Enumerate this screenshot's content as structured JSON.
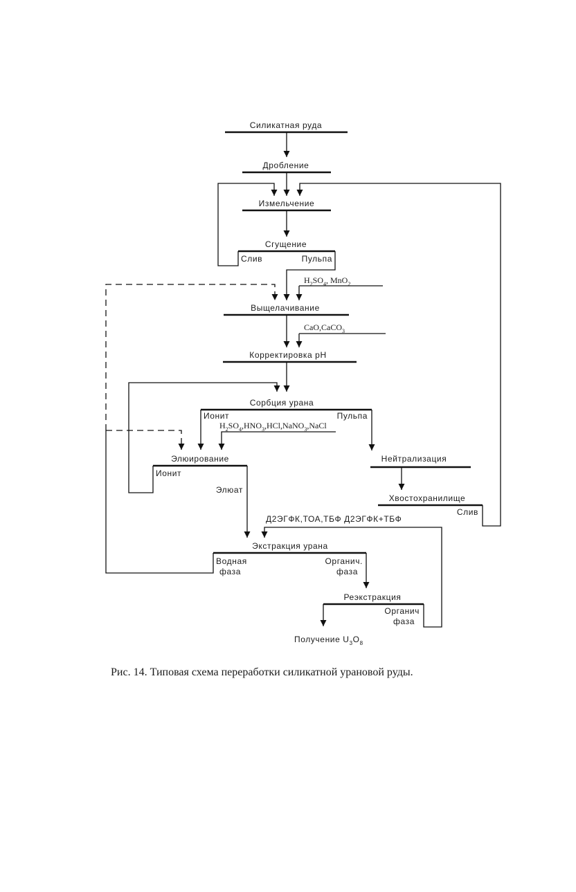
{
  "diagram": {
    "nodes": {
      "ore": "Силикатная руда",
      "crushing": "Дробление",
      "grinding": "Измельчение",
      "thickening": "Сгущение",
      "leaching": "Выщелачивание",
      "ph_correction": "Корректировка pH",
      "sorption": "Сорбция урана",
      "elution": "Элюирование",
      "neutralization": "Нейтрализация",
      "tailings": "Хвостохранилище",
      "extraction": "Экстракция урана",
      "reextraction": "Реэкстракция",
      "product": "Получение U"
    },
    "product_formula": {
      "s1": "3",
      "mid": "O",
      "s2": "8"
    },
    "streams": {
      "thick_overflow": "Слив",
      "thick_pulp": "Пульпа",
      "sorp_resin": "Ионит",
      "sorp_pulp": "Пульпа",
      "elut_resin": "Ионит",
      "eluate": "Элюат",
      "tail_overflow": "Слив",
      "aq1": "Водная",
      "aq2": "фаза",
      "org1": "Органич.",
      "org2": "фаза",
      "reorg1": "Органич",
      "reorg2": "фаза"
    },
    "reagents": {
      "leach": {
        "a": "H",
        "a_sub": "2",
        "b": "SO",
        "b_sub": "4",
        "c": ", MnO",
        "c_sub": "2"
      },
      "ph": {
        "a": "CaO,CaCO",
        "a_sub": "3"
      },
      "elution": {
        "a": "H",
        "a_sub": "2",
        "b": "SO",
        "b_sub": "4",
        "c": ",HNO",
        "c_sub": "3",
        "d": ",HCl,NaNO",
        "d_sub": "3",
        "e": ",NaCl"
      },
      "extractants": "Д2ЭГФК,ТОА,ТБФ Д2ЭГФК+ТБФ"
    }
  },
  "caption": "Рис. 14. Типовая схема переработки силикатной урановой руды."
}
